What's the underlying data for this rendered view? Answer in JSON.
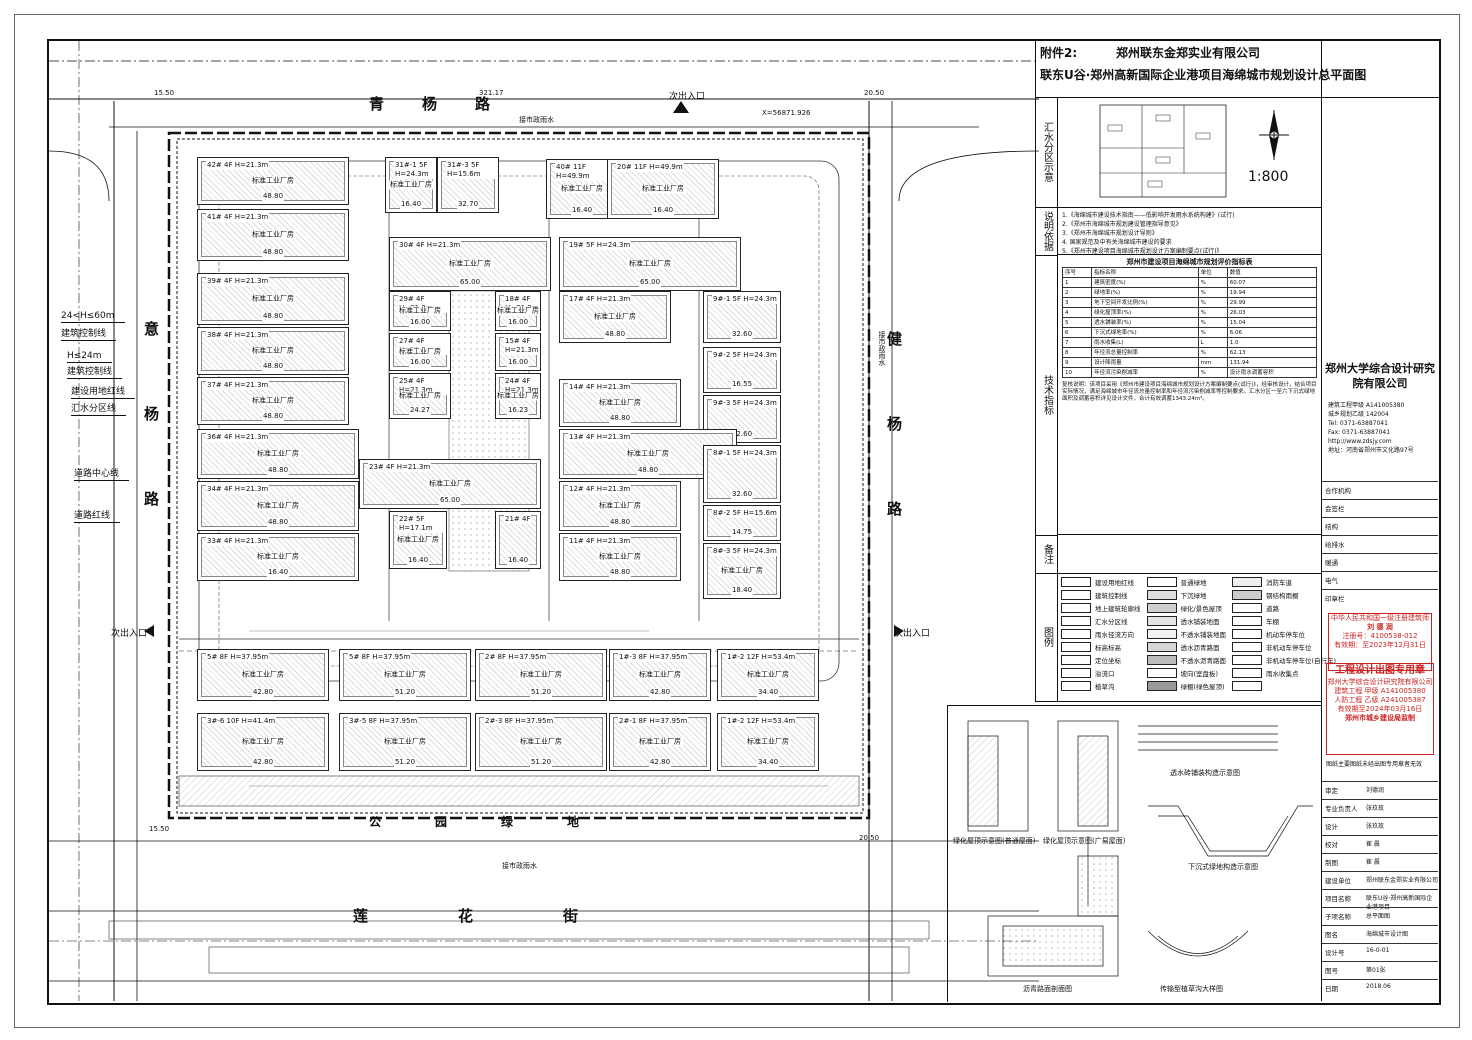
{
  "header": {
    "attachment": "附件2:",
    "company": "郑州联东金郑实业有限公司",
    "title": "联东U谷·郑州高新国际企业港项目海绵城市规划设计总平面图",
    "scale": "1:800"
  },
  "roads": {
    "north": "青杨路",
    "west": "意杨路",
    "east": "健杨路",
    "south_green": "公园绿地",
    "south": "莲花街"
  },
  "entrances": {
    "north": "次出入口",
    "west": "次出入口",
    "east": "次出入口"
  },
  "callouts": [
    "24<H≤60m",
    "建筑控制线",
    "H≤24m",
    "建筑控制线",
    "建设用地红线",
    "汇水分区线",
    "道路中心线",
    "道路红线"
  ],
  "dimensions": {
    "top_left": "15.50",
    "top_mid": "321.17",
    "top_right": "20.50",
    "coord": "X=56871.926",
    "bot_left": "15.50",
    "bot_right": "20.50",
    "drain_n": "接市政雨水",
    "drain_e": "接市政雨水",
    "drain_s": "接市政雨水"
  },
  "buildings": [
    {
      "id": "42#",
      "floors": "4F",
      "h": "H=21.3m",
      "name": "标准工业厂房",
      "w": "48.80"
    },
    {
      "id": "31#-1",
      "floors": "5F",
      "h": "H=24.3m",
      "name": "标准工业厂房",
      "w": "16.40"
    },
    {
      "id": "31#-3",
      "floors": "5F",
      "h": "H=15.6m",
      "name": "",
      "w": "32.70"
    },
    {
      "id": "40#",
      "floors": "11F",
      "h": "H=49.9m",
      "name": "标准工业厂房",
      "w": "16.40"
    },
    {
      "id": "20#",
      "floors": "11F",
      "h": "H=49.9m",
      "name": "标准工业厂房",
      "w": "16.40"
    },
    {
      "id": "41#",
      "floors": "4F",
      "h": "H=21.3m",
      "name": "标准工业厂房",
      "w": "48.80"
    },
    {
      "id": "30#",
      "floors": "4F",
      "h": "H=21.3m",
      "name": "标准工业厂房",
      "w": "65.00"
    },
    {
      "id": "19#",
      "floors": "5F",
      "h": "H=24.3m",
      "name": "标准工业厂房",
      "w": "65.00"
    },
    {
      "id": "39#",
      "floors": "4F",
      "h": "H=21.3m",
      "name": "标准工业厂房",
      "w": "48.80"
    },
    {
      "id": "29#",
      "floors": "4F",
      "h": "H=21.3m",
      "name": "标准工业厂房",
      "w": "16.00"
    },
    {
      "id": "18#",
      "floors": "4F",
      "h": "H=21.3m",
      "name": "标准工业厂房",
      "w": "16.00"
    },
    {
      "id": "17#",
      "floors": "4F",
      "h": "H=21.3m",
      "name": "标准工业厂房",
      "w": "48.80"
    },
    {
      "id": "9#-1",
      "floors": "5F",
      "h": "H=24.3m",
      "name": "",
      "w": "32.60"
    },
    {
      "id": "38#",
      "floors": "4F",
      "h": "H=21.3m",
      "name": "标准工业厂房",
      "w": "48.80"
    },
    {
      "id": "27#",
      "floors": "4F",
      "h": "H=21.3m",
      "name": "标准工业厂房",
      "w": "16.00"
    },
    {
      "id": "15#",
      "floors": "4F",
      "h": "H=21.3m",
      "name": "",
      "w": "16.00"
    },
    {
      "id": "9#-2",
      "floors": "5F",
      "h": "H=24.3m",
      "name": "",
      "w": "16.55"
    },
    {
      "id": "37#",
      "floors": "4F",
      "h": "H=21.3m",
      "name": "标准工业厂房",
      "w": "48.80"
    },
    {
      "id": "25#",
      "floors": "4F",
      "h": "H=21.3m",
      "name": "标准工业厂房",
      "w": "24.27"
    },
    {
      "id": "24#",
      "floors": "4F",
      "h": "H=21.3m",
      "name": "标准工业厂房",
      "w": "16.23"
    },
    {
      "id": "14#",
      "floors": "4F",
      "h": "H=21.3m",
      "name": "标准工业厂房",
      "w": "48.80"
    },
    {
      "id": "9#-3",
      "floors": "5F",
      "h": "H=24.3m",
      "name": "",
      "w": "32.60"
    },
    {
      "id": "36#",
      "floors": "4F",
      "h": "H=21.3m",
      "name": "标准工业厂房",
      "w": "48.80"
    },
    {
      "id": "23#",
      "floors": "4F",
      "h": "H=21.3m",
      "name": "标准工业厂房",
      "w": "65.00"
    },
    {
      "id": "13#",
      "floors": "4F",
      "h": "H=21.3m",
      "name": "标准工业厂房",
      "w": "48.80"
    },
    {
      "id": "8#-1",
      "floors": "5F",
      "h": "H=24.3m",
      "name": "",
      "w": "32.60"
    },
    {
      "id": "34#",
      "floors": "4F",
      "h": "H=21.3m",
      "name": "标准工业厂房",
      "w": "48.80"
    },
    {
      "id": "22#",
      "floors": "5F",
      "h": "H=17.1m",
      "name": "标准工业厂房",
      "w": "16.40"
    },
    {
      "id": "21#",
      "floors": "4F",
      "h": "",
      "name": "",
      "w": "16.40"
    },
    {
      "id": "12#",
      "floors": "4F",
      "h": "H=21.3m",
      "name": "标准工业厂房",
      "w": "48.80"
    },
    {
      "id": "8#-2",
      "floors": "5F",
      "h": "H=15.6m",
      "name": "",
      "w": "14.75"
    },
    {
      "id": "33#",
      "floors": "4F",
      "h": "H=21.3m",
      "name": "标准工业厂房",
      "w": "16.40"
    },
    {
      "id": "11#",
      "floors": "4F",
      "h": "H=21.3m",
      "name": "标准工业厂房",
      "w": "48.80"
    },
    {
      "id": "8#-3",
      "floors": "5F",
      "h": "H=24.3m",
      "name": "标准工业厂房",
      "w": "18.40"
    },
    {
      "id": "5#",
      "floors": "8F",
      "h": "H=37.95m",
      "name": "标准工业厂房",
      "w": "42.80"
    },
    {
      "id": "5#",
      "floors": "8F",
      "h": "H=37.95m",
      "name": "标准工业厂房",
      "w": "51.20"
    },
    {
      "id": "2#",
      "floors": "8F",
      "h": "H=37.95m",
      "name": "标准工业厂房",
      "w": "51.20"
    },
    {
      "id": "1#-3",
      "floors": "8F",
      "h": "H=37.95m",
      "name": "标准工业厂房",
      "w": "42.80"
    },
    {
      "id": "1#-2",
      "floors": "12F",
      "h": "H=53.4m",
      "name": "标准工业厂房",
      "w": "34.40"
    },
    {
      "id": "3#-6",
      "floors": "10F",
      "h": "H=41.4m",
      "name": "标准工业厂房",
      "w": "42.80"
    },
    {
      "id": "3#-5",
      "floors": "8F",
      "h": "H=37.95m",
      "name": "标准工业厂房",
      "w": "51.20"
    },
    {
      "id": "2#-3",
      "floors": "8F",
      "h": "H=37.95m",
      "name": "标准工业厂房",
      "w": "51.20"
    },
    {
      "id": "2#-1",
      "floors": "8F",
      "h": "H=37.95m",
      "name": "标准工业厂房",
      "w": "42.80"
    },
    {
      "id": "1#-2",
      "floors": "12F",
      "h": "H=53.4m",
      "name": "标准工业厂房",
      "w": "34.40"
    }
  ],
  "side_labels": {
    "catchment": "汇水分区示意",
    "basis": "说明依据",
    "indicators": "技术指标",
    "notes": "备注",
    "legend": "图例"
  },
  "basis_lines": [
    "1.《海绵城市建设技术指南——低影响开发雨水系统构建》(试行)",
    "2.《郑州市海绵城市规划建设管理指导意见》",
    "3.《郑州市海绵城市规划设计导则》",
    "4. 国家规范及中有关海绵城市建设的要求",
    "5.《郑州市建设项目海绵城市规划设计方案编制要点(试行)》"
  ],
  "index_table": {
    "title": "郑州市建设项目海绵城市规划评价指标表",
    "header": [
      "序号",
      "指标名称",
      "单位",
      "数值"
    ],
    "rows": [
      [
        "1",
        "建筑密度(%)",
        "%",
        "60.07"
      ],
      [
        "2",
        "绿地率(%)",
        "%",
        "19.94"
      ],
      [
        "3",
        "地下空间开发比例(%)",
        "%",
        "29.99"
      ],
      [
        "4",
        "绿化屋顶率(%)",
        "%",
        "26.03"
      ],
      [
        "5",
        "透水铺装率(%)",
        "%",
        "15.04"
      ],
      [
        "6",
        "下沉式绿地率(%)",
        "%",
        "6.06"
      ],
      [
        "7",
        "雨水收集(L)",
        "L",
        "1.0"
      ],
      [
        "8",
        "年径流总量控制率",
        "%",
        "62.13"
      ],
      [
        "9",
        "设计降雨量",
        "mm",
        "131.94"
      ],
      [
        "10",
        "年径流污染削减率",
        "%",
        "设计雨水调蓄容积"
      ]
    ]
  },
  "notes_text": "复核说明：该项目采用《郑州市建设项目海绵城市规划设计方案编制要点(试行)》，经审核设计，结合项目实际情况，满足海绵城市年径流总量控制率和年径流污染削减率等控制要求。汇水分区一至六下沉式绿地面积及调蓄容积详见设计文件，合计有效调蓄1343.24m³。",
  "legend": [
    {
      "label": "建设用地红线",
      "sw": "#fff"
    },
    {
      "label": "普通绿地",
      "sw": "#fff"
    },
    {
      "label": "消防车道",
      "sw": "#eee"
    },
    {
      "label": "建筑控制线",
      "sw": "#fff"
    },
    {
      "label": "下沉绿地",
      "sw": "#ddd"
    },
    {
      "label": "钢结构雨棚",
      "sw": "#ccc"
    },
    {
      "label": "地上建筑轮廓线",
      "sw": "#fff"
    },
    {
      "label": "绿化/景色屋顶",
      "sw": "#cfcfcf"
    },
    {
      "label": "道路",
      "sw": "#fff"
    },
    {
      "label": "汇水分区线",
      "sw": "#fff"
    },
    {
      "label": "透水铺装地面",
      "sw": "#e4e4e4"
    },
    {
      "label": "车棚",
      "sw": "#fff"
    },
    {
      "label": "雨水径流方向",
      "sw": "#fff"
    },
    {
      "label": "不透水铺装地面",
      "sw": "#f2f2f2"
    },
    {
      "label": "机动车停车位",
      "sw": "#fff"
    },
    {
      "label": "标高标高",
      "sw": "#fff"
    },
    {
      "label": "透水沥青路面",
      "sw": "#d6d6d6"
    },
    {
      "label": "非机动车停车位",
      "sw": "#fff"
    },
    {
      "label": "定位坐标",
      "sw": "#fff"
    },
    {
      "label": "不透水沥青路面",
      "sw": "#bbb"
    },
    {
      "label": "非机动车停车位(自行车)",
      "sw": "#fff"
    },
    {
      "label": "溢流口",
      "sw": "#fff"
    },
    {
      "label": "坡向(室盘板)",
      "sw": "#fff"
    },
    {
      "label": "雨水收集点",
      "sw": "#fff"
    },
    {
      "label": "植草沟",
      "sw": "#fff"
    },
    {
      "label": "绿棚(绿色屋顶)",
      "sw": "#999"
    },
    {
      "label": "",
      "sw": "#fff"
    }
  ],
  "institute": {
    "name": "郑州大学综合设计研究院有限公司",
    "lines": [
      "建筑工程甲级 A141005380",
      "城乡规划乙级 142004",
      "Tel: 0371-63887041",
      "Fax: 0371-63887041",
      "http://www.zdsjy.com",
      "地址：河南省郑州市文化路97号"
    ]
  },
  "right_rows": [
    {
      "label": "合作机构",
      "value": ""
    },
    {
      "label": "会签栏",
      "value": ""
    },
    {
      "label": "结构",
      "value": ""
    },
    {
      "label": "给排水",
      "value": ""
    },
    {
      "label": "暖通",
      "value": ""
    },
    {
      "label": "电气",
      "value": ""
    },
    {
      "label": "印章栏",
      "value": ""
    },
    {
      "label": "审定",
      "value": "刘德润"
    },
    {
      "label": "专业负责人",
      "value": "张玖玫"
    },
    {
      "label": "设计",
      "value": "张玖玫"
    },
    {
      "label": "校对",
      "value": "崔 晨"
    },
    {
      "label": "制图",
      "value": "崔 晨"
    },
    {
      "label": "建设单位",
      "value": "郑州联东金郑实业有限公司"
    },
    {
      "label": "项目名称",
      "value": "联东U谷·郑州高新国际企业港项目"
    },
    {
      "label": "子项名称",
      "value": "总平面图"
    },
    {
      "label": "图名",
      "value": "海绵城市设计图"
    },
    {
      "label": "设计号",
      "value": "16-0-01"
    },
    {
      "label": "图号",
      "value": "第01张"
    },
    {
      "label": "日期",
      "value": "2018.06"
    }
  ],
  "stamps": {
    "architect": [
      "中华人民共和国一级注册建筑师",
      "刘 德 润",
      "注册号：4100538-012",
      "有效期：至2023年12月31日"
    ],
    "special": [
      "工程设计出图专用章",
      "郑州大学综合设计研究院有限公司",
      "建筑工程 甲级 A141005380",
      "人防工程 乙级 A241005387",
      "有效期至2024年03月16日",
      "郑州市城乡建设局监制"
    ],
    "review": "图纸主要图纸未经出图专用章者无效"
  },
  "detail_captions": [
    "绿化屋顶示意图(普通屋面)",
    "绿化屋顶示意图(广易屋面)",
    "透水砖铺装构造示意图",
    "下沉式绿地构造示意图",
    "沥青路面剖面图",
    "传输型植草沟大样图"
  ]
}
